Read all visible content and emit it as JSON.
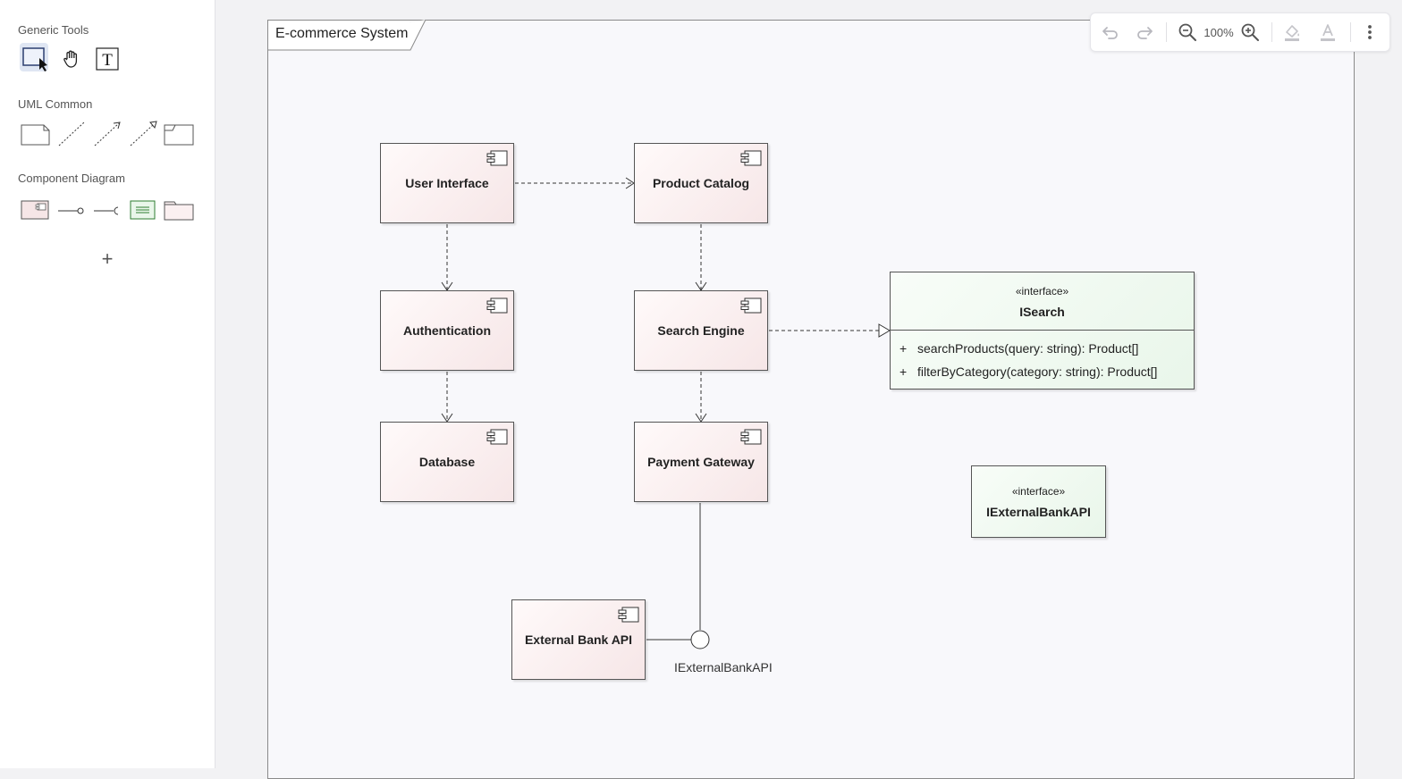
{
  "palette": {
    "sections": [
      {
        "title": "Generic Tools",
        "tools": [
          "selection-tool",
          "hand-tool",
          "text-tool"
        ]
      },
      {
        "title": "UML Common",
        "tools": [
          "note-shape",
          "line-shape",
          "dependency-shape",
          "association-shape",
          "package-shape"
        ]
      },
      {
        "title": "Component Diagram",
        "tools": [
          "component-shape",
          "provided-interface-shape",
          "required-interface-shape",
          "interface-shape",
          "package-folder-shape"
        ]
      }
    ],
    "add_label": "+"
  },
  "toolbar": {
    "zoom": "100%",
    "icons": [
      "undo-icon",
      "redo-icon",
      "zoom-out-icon",
      "zoom-in-icon",
      "fill-color-icon",
      "font-color-icon",
      "more-icon"
    ]
  },
  "diagram": {
    "frame_title": "E-commerce System",
    "components": {
      "user_interface": "User Interface",
      "product_catalog": "Product Catalog",
      "authentication": "Authentication",
      "search_engine": "Search Engine",
      "database": "Database",
      "payment_gateway": "Payment Gateway",
      "external_bank_api": "External Bank API"
    },
    "isearch": {
      "stereotype": "«interface»",
      "name": "ISearch",
      "methods": [
        {
          "visibility": "+",
          "signature": "searchProducts(query: string): Product[]"
        },
        {
          "visibility": "+",
          "signature": "filterByCategory(category: string): Product[]"
        }
      ]
    },
    "iexternal": {
      "stereotype": "«interface»",
      "name": "IExternalBankAPI"
    },
    "lollipop_label": "IExternalBankAPI"
  },
  "colors": {
    "component_fill": "#f6e6e7",
    "interface_fill": "#e9f6ea",
    "active_tool": "#dfe6f3"
  }
}
